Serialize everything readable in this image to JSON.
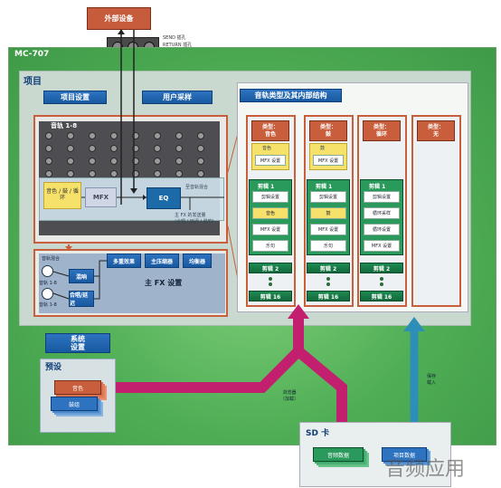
{
  "external_device": {
    "label": "外部设备",
    "send_label": "SEND 插孔",
    "return_label": "RETURN 插孔"
  },
  "device_name": "MC-707",
  "project": {
    "title": "项目",
    "settings_label": "项目设置",
    "user_sample_label": "用户采样",
    "track_types_title": "音轨类型及其内部结构"
  },
  "tracks_panel": {
    "mixer_label": "音轨 1-8",
    "fx_label": "音色 / 鼓 / 循环",
    "mfx_label": "MFX",
    "eq_label": "EQ",
    "monitor_label": "至音轨混合",
    "send_label": "主 FX 的发送量",
    "send_sub": "(合唱 / 延迟 / 混响)"
  },
  "main_fx": {
    "mix_label": "音轨混合",
    "track_a": "音轨 1-8",
    "track_b": "音轨 1-8",
    "reverb_label": "混响",
    "chorus_delay_label": "合唱/延迟",
    "multi_effect": "多重效果",
    "master_comp": "主压缩器",
    "master_eq": "均衡器",
    "title": "主 FX 设置"
  },
  "columns": [
    {
      "type": "类型：\n音色",
      "slots": [
        "音色",
        "MFX 设置"
      ],
      "clip": "剪辑 1",
      "clip_items": [
        "剪辑设置",
        "音色",
        "MFX 设置",
        "乐句"
      ],
      "clip2": "剪辑 2",
      "clip16": "剪辑 16"
    },
    {
      "type": "类型：\n鼓",
      "slots": [
        "鼓",
        "MFX 设置"
      ],
      "clip": "剪辑 1",
      "clip_items": [
        "剪辑设置",
        "鼓",
        "MFX 设置",
        "乐句"
      ],
      "clip2": "剪辑 2",
      "clip16": "剪辑 16"
    },
    {
      "type": "类型：\n循环",
      "slots": [],
      "clip": "剪辑 1",
      "clip_items": [
        "剪辑设置",
        "循环采样",
        "循环设置",
        "MFX 设置"
      ],
      "clip2": "剪辑 2",
      "clip16": "剪辑 16"
    },
    {
      "type": "类型：\n无",
      "slots": [],
      "clip": "",
      "clip_items": [],
      "clip2": "",
      "clip16": ""
    }
  ],
  "system": {
    "label": "系统\n设置"
  },
  "preset": {
    "label": "预设",
    "tone": "音色",
    "kit": "鼓组"
  },
  "browser_label": "浏览器\n（加载）",
  "save_load_label": "保存\n载入",
  "sd_card": {
    "title": "SD 卡",
    "audio_data": "音频数据",
    "project_data": "项目数据"
  },
  "watermark": "音频应用",
  "colors": {
    "accent_orange": "#c85e3b",
    "blue": "#2e73c0",
    "green": "#2a9a5c",
    "pink": "#c2206e",
    "teal_arrow": "#2d8fb8"
  }
}
